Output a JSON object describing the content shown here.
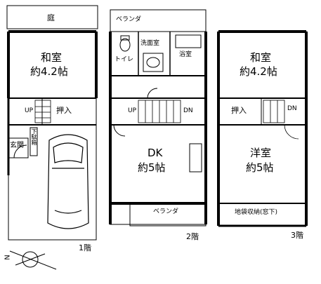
{
  "floors": {
    "f1": {
      "label": "1階",
      "garden": "庭",
      "room_name": "和室",
      "room_size": "約4.2帖",
      "up": "UP",
      "closet": "押入",
      "entrance": "玄関",
      "shoe_box": "下駄箱"
    },
    "f2": {
      "label": "2階",
      "balcony_top": "ベランダ",
      "washroom": "洗面室",
      "toilet": "トイレ",
      "bathroom": "浴室",
      "up": "UP",
      "dn": "DN",
      "room_name": "DK",
      "room_size": "約5帖",
      "balcony_bottom": "ベランダ"
    },
    "f3": {
      "label": "3階",
      "room_name": "和室",
      "room_size": "約4.2帖",
      "closet": "押入",
      "dn": "DN",
      "room2_name": "洋室",
      "room2_size": "約5帖",
      "storage": "地袋収納(窓下)"
    }
  },
  "compass": {
    "north_label": "N"
  }
}
